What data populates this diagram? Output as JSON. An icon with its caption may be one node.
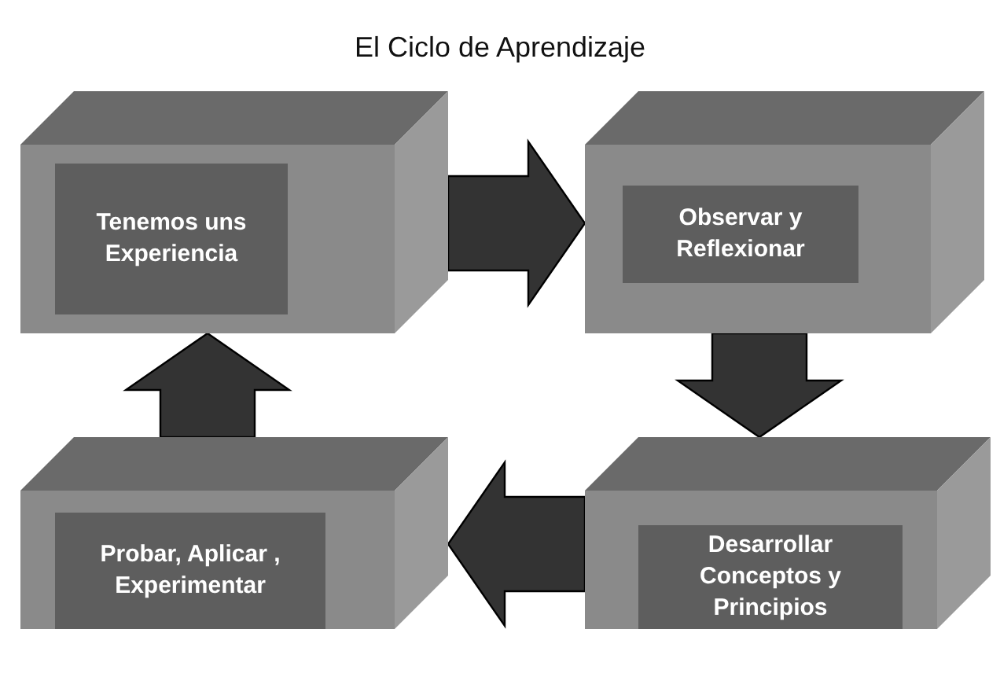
{
  "diagram": {
    "title": "El Ciclo de Aprendizaje",
    "nodes": [
      {
        "text": [
          "Tenemos uns Experiencia"
        ]
      },
      {
        "text": [
          "Observar  y Reflexionar"
        ]
      },
      {
        "text": [
          "Probar, Aplicar , Experimentar"
        ]
      },
      {
        "text": [
          "Desarrollar Conceptos y Principios"
        ]
      }
    ],
    "edges": [
      {
        "from": 0,
        "to": 1,
        "arrow": "to"
      },
      {
        "from": 1,
        "to": 3,
        "arrow": "to"
      },
      {
        "from": 3,
        "to": 2,
        "arrow": "to"
      },
      {
        "from": 2,
        "to": 0,
        "arrow": "to"
      }
    ]
  }
}
